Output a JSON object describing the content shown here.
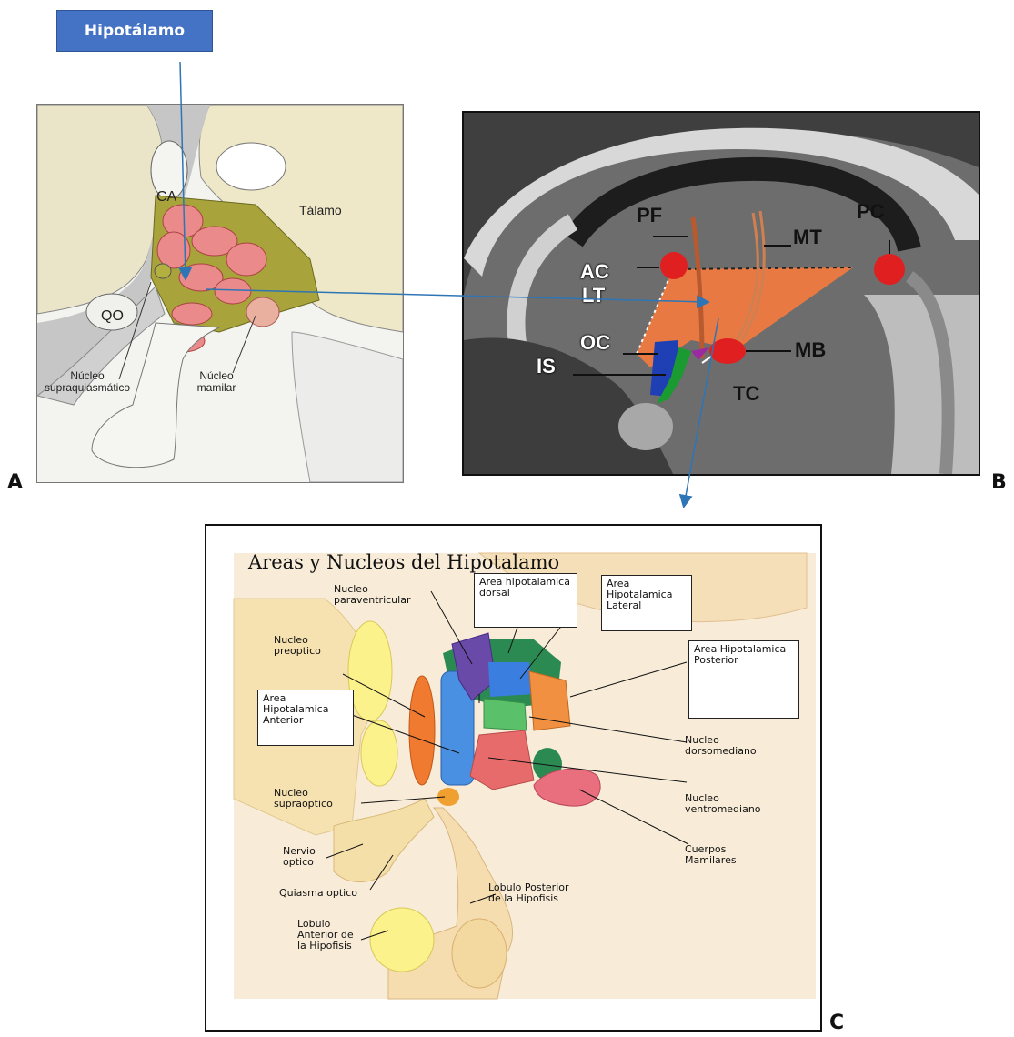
{
  "callout": {
    "label": "Hipotálamo"
  },
  "panels": {
    "a": "A",
    "b": "B",
    "c": "C"
  },
  "panel_a": {
    "labels": {
      "ca": "CA",
      "talamo": "Tálamo",
      "qo": "QO",
      "supraquiasmatico": "Núcleo supraquiasmático",
      "mamilar": "Núcleo mamilar"
    }
  },
  "panel_b": {
    "labels": {
      "pf": "PF",
      "mt": "MT",
      "pc": "PC",
      "ac": "AC",
      "lt": "LT",
      "oc": "OC",
      "is": "IS",
      "mb": "MB",
      "tc": "TC"
    }
  },
  "panel_c": {
    "title": "Areas y Nucleos del Hipotalamo",
    "labels": {
      "paraventricular": "Nucleo paraventricular",
      "area_dorsal": "Area hipotalamica dorsal",
      "area_lateral": "Area Hipotalamica Lateral",
      "preoptico": "Nucleo preoptico",
      "area_posterior": "Area Hipotalamica Posterior",
      "area_anterior": "Area Hipotalamica Anterior",
      "dorsomediano": "Nucleo dorsomediano",
      "supraoptico": "Nucleo supraoptico",
      "ventromediano": "Nucleo ventromediano",
      "nervio": "Nervio optico",
      "cuerpos": "Cuerpos Mamilares",
      "quiasma": "Quiasma optico",
      "lobulo_posterior": "Lobulo Posterior de la Hipofisis",
      "lobulo_anterior": "Lobulo Anterior de la Hipofisis"
    }
  },
  "colors": {
    "accent": "#4472c4",
    "arrow": "#2e75b6",
    "nucleus_red": "#e88080",
    "olive": "#9a9a2a",
    "hypo_orange": "#f07a40"
  }
}
